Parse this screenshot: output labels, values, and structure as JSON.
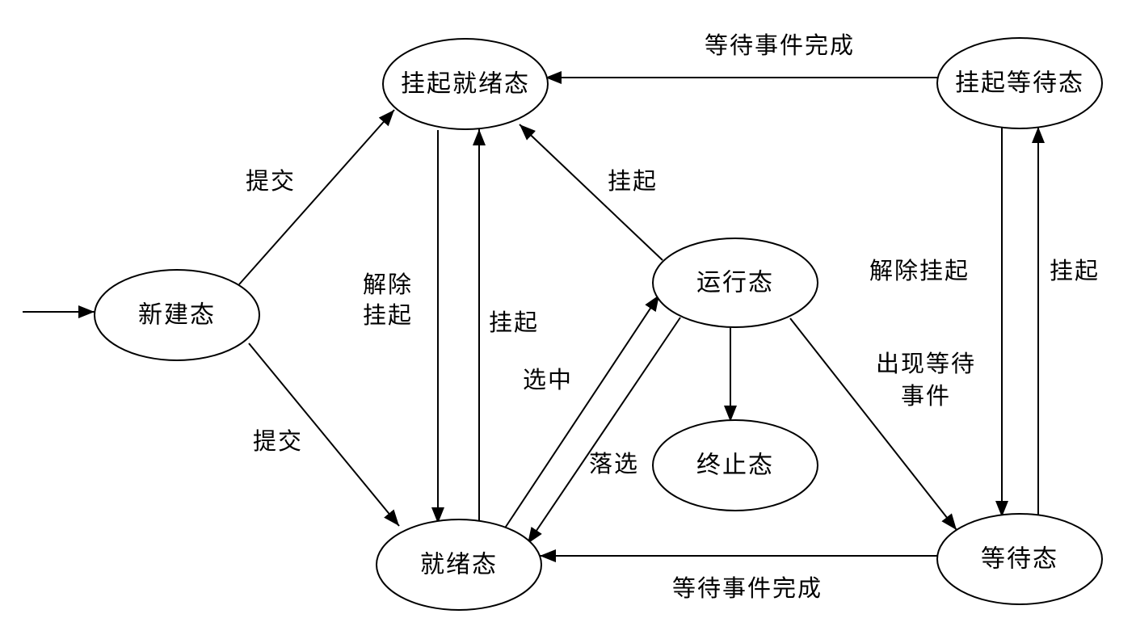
{
  "colors": {
    "stroke": "#000000",
    "background": "#ffffff"
  },
  "nodes": {
    "new": "新建态",
    "suspended_ready": "挂起就绪态",
    "suspended_blocked": "挂起等待态",
    "running": "运行态",
    "terminated": "终止态",
    "ready": "就绪态",
    "blocked": "等待态"
  },
  "edges": {
    "submit_to_suspended_ready": "提交",
    "submit_to_ready": "提交",
    "unsuspend_line1": "解除",
    "unsuspend_line2": "挂起",
    "suspend_ready_up": "挂起",
    "suspend_running": "挂起",
    "select": "选中",
    "deselect": "落选",
    "event_done_top": "等待事件完成",
    "event_done_bottom": "等待事件完成",
    "unsuspend_blocked": "解除挂起",
    "suspend_blocked": "挂起",
    "wait_event_line1": "出现等待",
    "wait_event_line2": "事件"
  }
}
